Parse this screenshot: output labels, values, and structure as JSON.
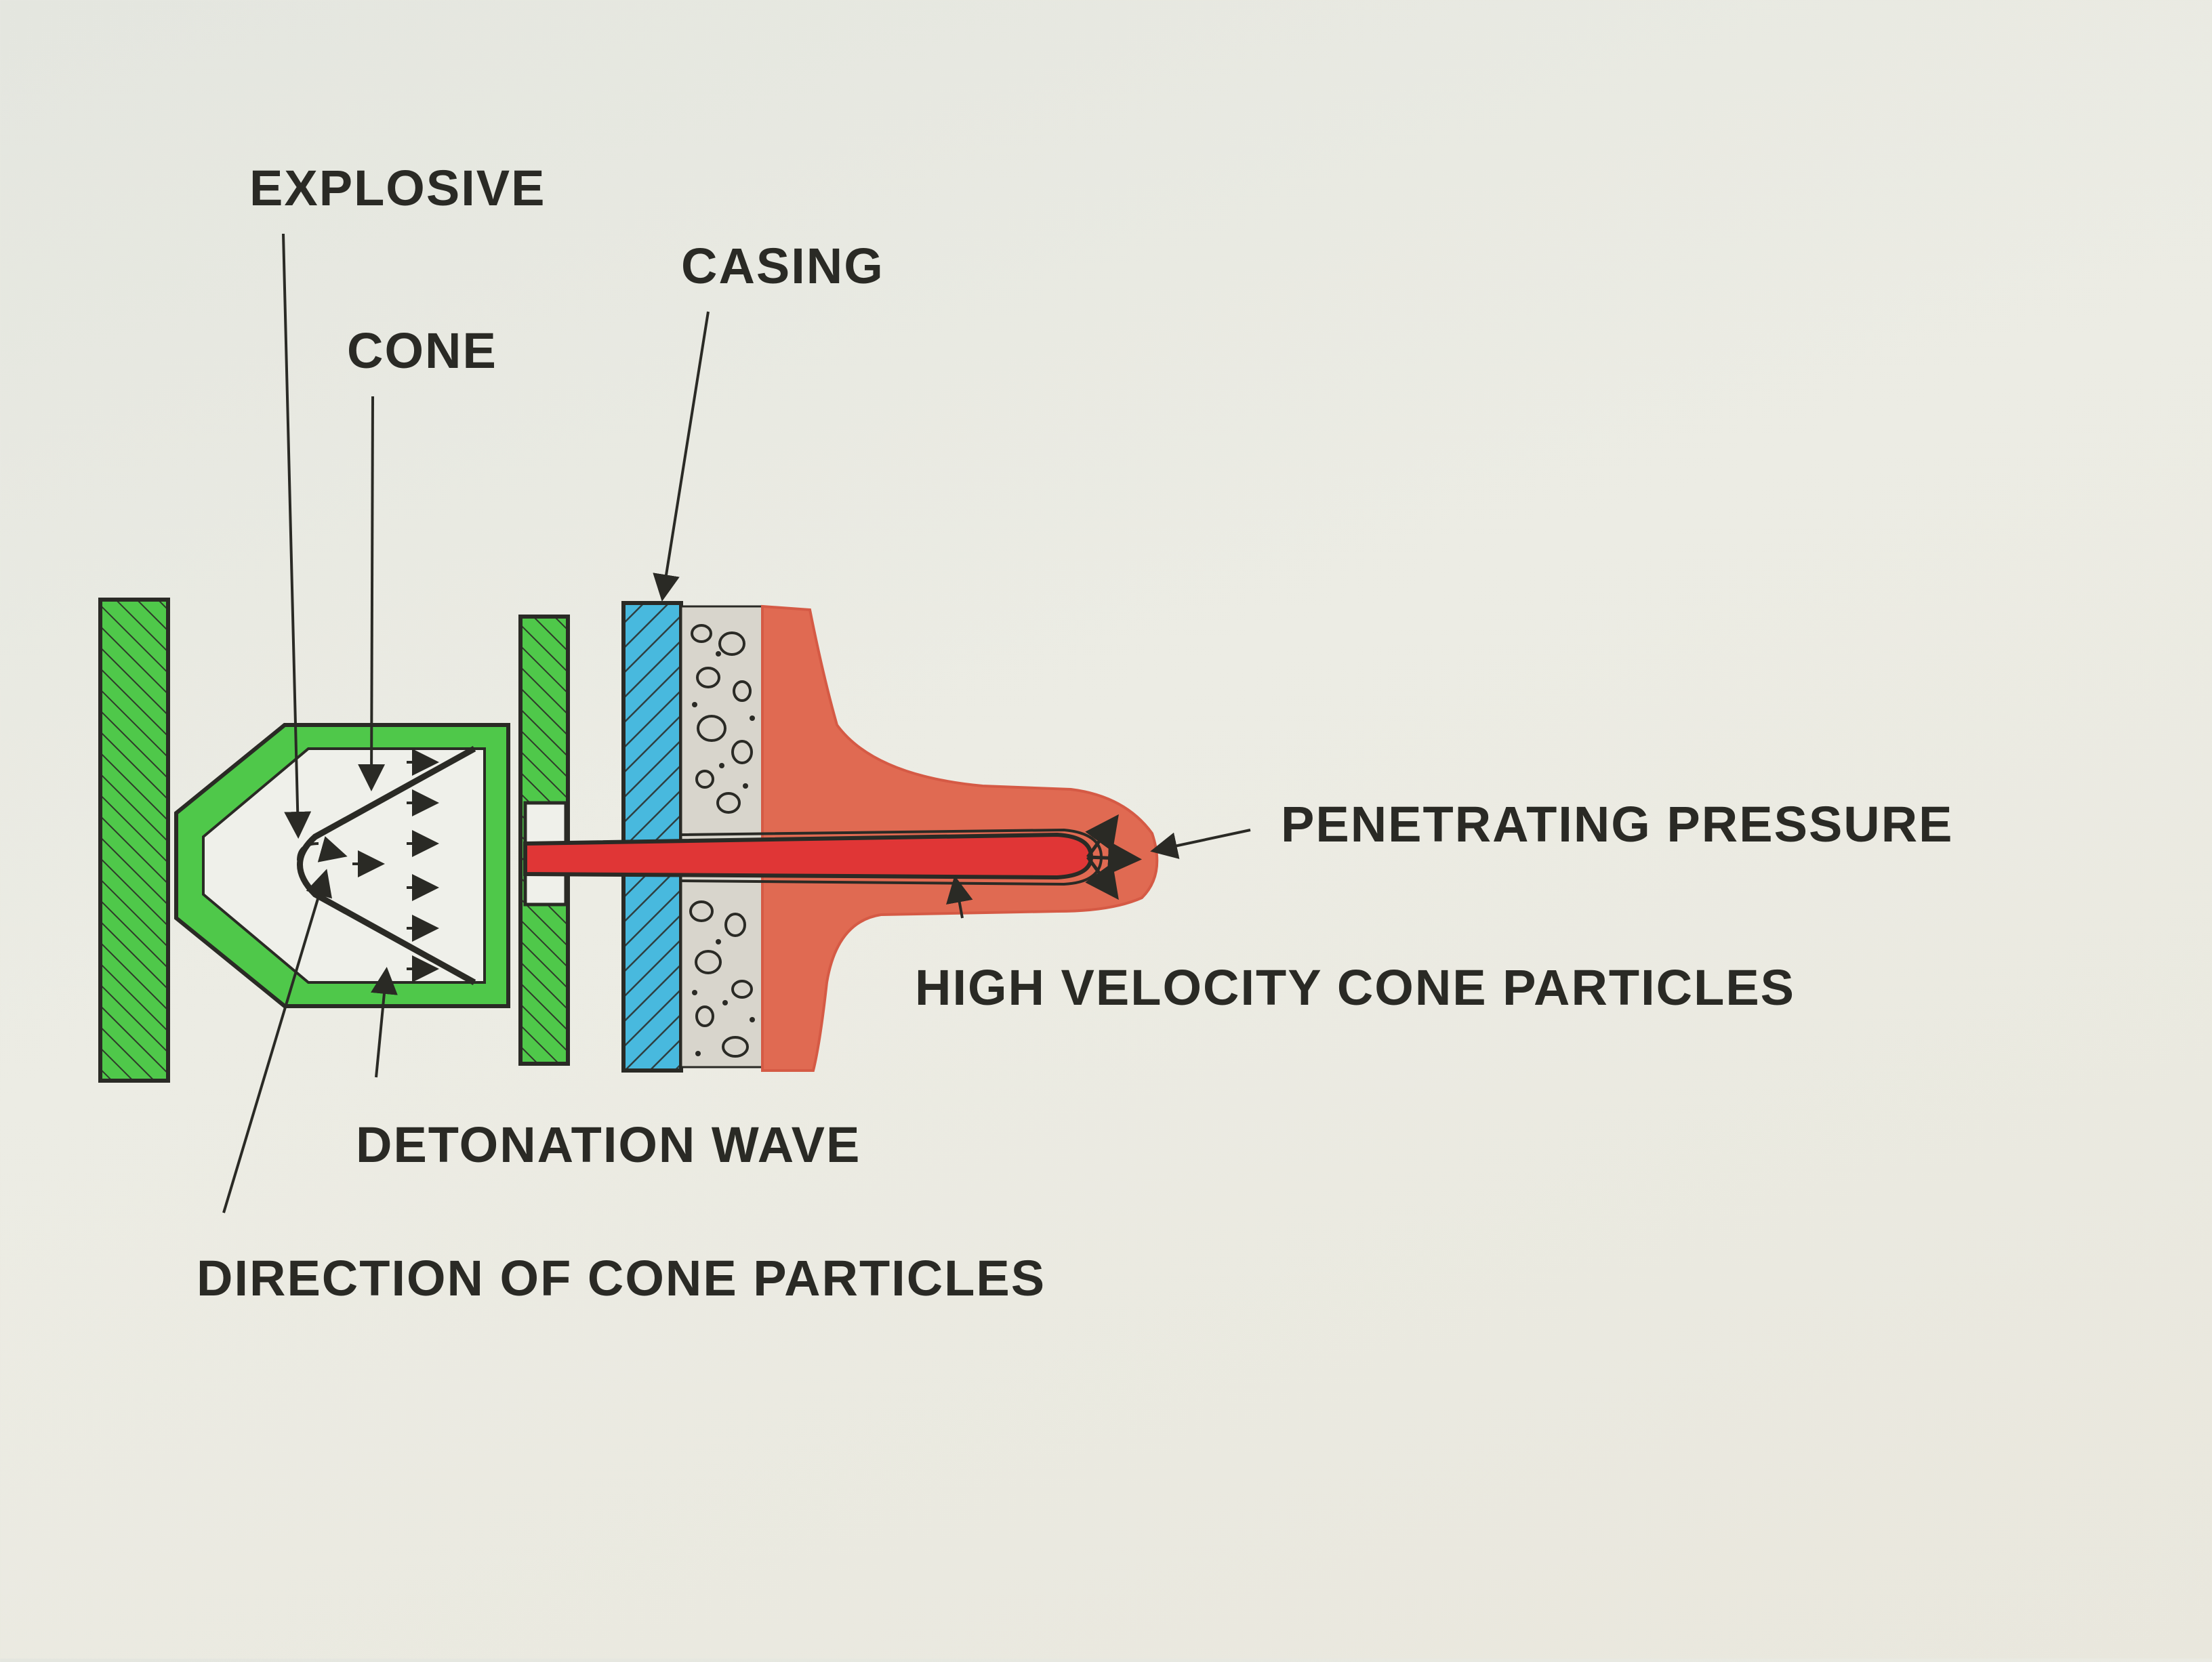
{
  "labels": {
    "explosive": "EXPLOSIVE",
    "casing": "CASING",
    "cone": "CONE",
    "penetrating_pressure": "PENETRATING PRESSURE",
    "high_velocity_cone_particles": "HIGH VELOCITY CONE PARTICLES",
    "detonation_wave": "DETONATION WAVE",
    "direction_of_cone_particles": "DIRECTION OF CONE PARTICLES"
  },
  "colors": {
    "charge_body": "#4fc84a",
    "casing": "#48b9de",
    "cement": "#d8d5cc",
    "formation": "#e06a52",
    "jet": "#e03636",
    "ink": "#2a2a25"
  }
}
